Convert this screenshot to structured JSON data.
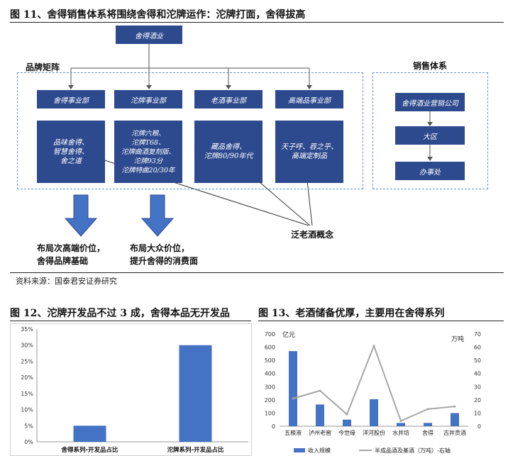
{
  "fig11": {
    "title": "图 11、舍得销售体系将围绕舍得和沱牌运作：沱牌打面，舍得拔高",
    "root_box": "舍得酒业",
    "matrix_label": "品牌矩阵",
    "sales_label": "销售体系",
    "divisions": [
      "舍得事业部",
      "沱牌事业部",
      "老酒事业部",
      "高端品事业部"
    ],
    "division_products": [
      [
        "品味舍得、",
        "智慧舍得、",
        "舍之道"
      ],
      [
        "沱牌六粮、",
        "沱牌T68、",
        "沱牌曲酒复刻版、",
        "沱牌93分",
        "沱牌特曲20/30年"
      ],
      [
        "藏品舍得、",
        "沱牌80/90年代"
      ],
      [
        "天子呼、吞之乎、",
        "高端定制品"
      ]
    ],
    "sales_boxes": [
      "舍得酒业营销公司",
      "大区",
      "办事处"
    ],
    "notes": {
      "left": [
        "布局次高端价位，",
        "舍得品牌基础"
      ],
      "middle": [
        "布局大众价位，",
        "提升舍得的消费面"
      ],
      "concept": "泛老酒概念"
    },
    "source": "资料来源：国泰君安证券研究",
    "colors": {
      "box": "#2e4a8e",
      "arrow": "#4472c4",
      "dash": "#6f8fc8"
    }
  },
  "fig12": {
    "title": "图 12、沱牌开发品不过 3 成，舍得本品无开发品"
  },
  "fig13": {
    "title": "图 13、老酒储备优厚，主要用在舍得系列",
    "left_unit": "亿元",
    "right_unit": "万吨",
    "legend": [
      "收入规模",
      "半成品酒及基酒（万吨）-右轴"
    ]
  },
  "chart_data": [
    {
      "type": "bar",
      "categories": [
        "舍得系列-开发品占比",
        "沱牌系列-开发品占比"
      ],
      "values": [
        5,
        30
      ],
      "value_unit": "%",
      "ylim": [
        0,
        35
      ],
      "yticks": [
        "0%",
        "5%",
        "10%",
        "15%",
        "20%",
        "25%",
        "30%",
        "35%"
      ],
      "grid": false,
      "color": "#4472c4"
    },
    {
      "type": "bar+line",
      "categories": [
        "五粮液",
        "泸州老窖",
        "今世缘",
        "洋河股份",
        "水井坊",
        "舍得",
        "古井贡酒"
      ],
      "series": [
        {
          "name": "收入规模",
          "type": "bar",
          "axis": "left",
          "values": [
            570,
            165,
            50,
            205,
            25,
            25,
            100
          ],
          "color": "#4472c4"
        },
        {
          "name": "半成品酒及基酒（万吨）-右轴",
          "type": "line",
          "axis": "right",
          "values": [
            21,
            27,
            9,
            61,
            4,
            13,
            15
          ],
          "color": "#a6a6a6"
        }
      ],
      "ylim_left": [
        0,
        700
      ],
      "yticks_left": [
        "0",
        "100",
        "200",
        "300",
        "400",
        "500",
        "600",
        "700"
      ],
      "ylim_right": [
        0,
        70
      ],
      "yticks_right": [
        "0",
        "10",
        "20",
        "30",
        "40",
        "50",
        "60",
        "70"
      ],
      "legend_position": "bottom"
    }
  ]
}
